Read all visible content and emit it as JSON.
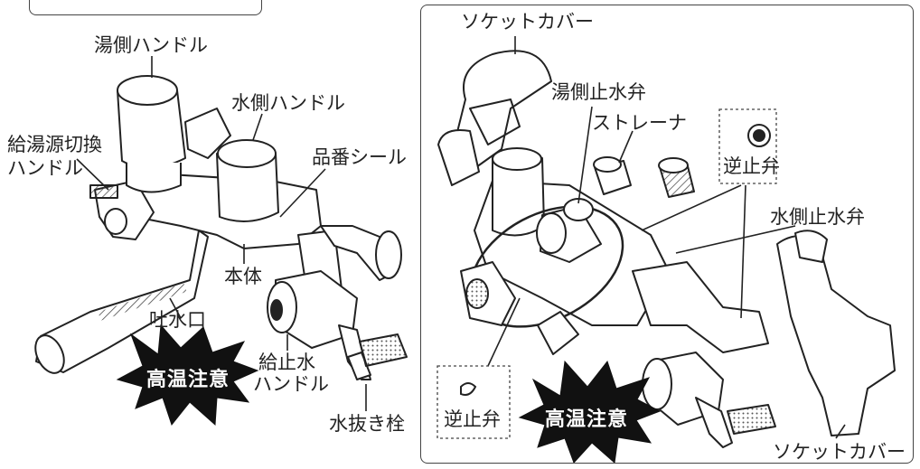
{
  "left": {
    "yu_handle": "湯側ハンドル",
    "mizu_handle": "水側ハンドル",
    "kyuto_switch_line1": "給湯源切換",
    "kyuto_switch_line2": "ハンドル",
    "hinban_seal": "品番シール",
    "hontai": "本体",
    "tosuiguchi": "吐水口",
    "kyushisui_line1": "給止水",
    "kyushisui_line2": "ハンドル",
    "mizunuki": "水抜き栓",
    "warning": "高温注意"
  },
  "right": {
    "socket_cover_top": "ソケットカバー",
    "yu_shisuiben": "湯側止水弁",
    "strainer": "ストレーナ",
    "gyakushiben_top": "逆止弁",
    "mizu_shisuiben": "水側止水弁",
    "gyakushiben_bottom": "逆止弁",
    "warning": "高温注意",
    "socket_cover_bottom": "ソケットカバー"
  }
}
